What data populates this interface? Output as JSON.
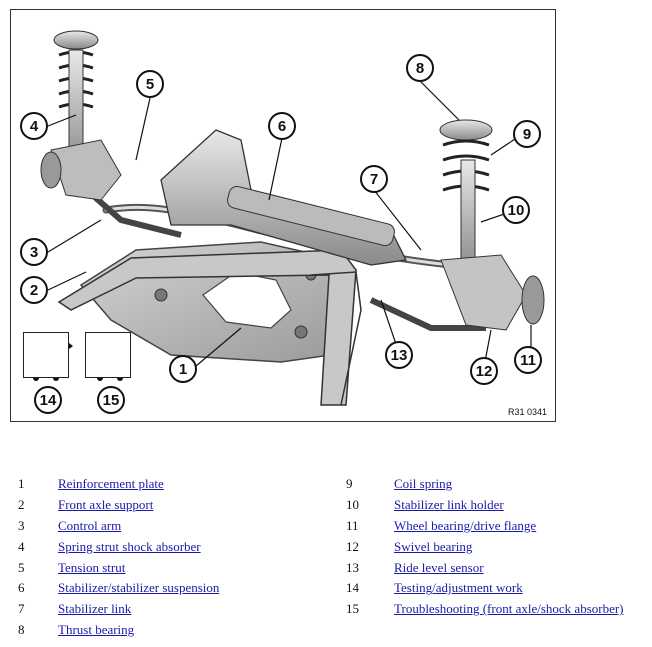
{
  "figure": {
    "reference": "R31 0341",
    "callouts": [
      "1",
      "2",
      "3",
      "4",
      "5",
      "6",
      "7",
      "8",
      "9",
      "10",
      "11",
      "12",
      "13",
      "14",
      "15"
    ],
    "icons": [
      "car-adjust-icon",
      "car-question-icon"
    ]
  },
  "legend": [
    {
      "num": "1",
      "label": "Reinforcement plate"
    },
    {
      "num": "2",
      "label": "Front axle support"
    },
    {
      "num": "3",
      "label": "Control arm"
    },
    {
      "num": "4",
      "label": "Spring strut shock absorber"
    },
    {
      "num": "5",
      "label": "Tension strut"
    },
    {
      "num": "6",
      "label": "Stabilizer/stabilizer suspension"
    },
    {
      "num": "7",
      "label": "Stabilizer link"
    },
    {
      "num": "8",
      "label": "Thrust bearing"
    },
    {
      "num": "9",
      "label": "Coil spring"
    },
    {
      "num": "10",
      "label": "Stabilizer link holder"
    },
    {
      "num": "11",
      "label": "Wheel bearing/drive flange"
    },
    {
      "num": "12",
      "label": "Swivel bearing"
    },
    {
      "num": "13",
      "label": "Ride level sensor"
    },
    {
      "num": "14",
      "label": "Testing/adjustment work"
    },
    {
      "num": "15",
      "label": "Troubleshooting (front axle/shock absorber)"
    }
  ]
}
